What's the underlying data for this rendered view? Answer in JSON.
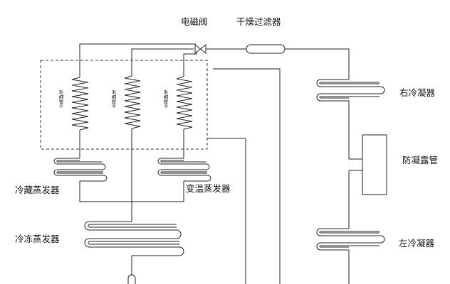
{
  "labels": {
    "solenoid_valve": "电磁阀",
    "dryer_filter": "干燥过滤器",
    "right_condenser": "右冷凝器",
    "anti_condensation_pipe": "防凝露管",
    "left_condenser": "左冷凝器",
    "refrigerating_evaporator": "冷藏蒸发器",
    "variable_temp_evaporator": "变温蒸发器",
    "freezing_evaporator": "冷冻蒸发器"
  },
  "capillaries": [
    {
      "line1": "毛",
      "line2": "细",
      "line3": "管",
      "line4": "①"
    },
    {
      "line1": "毛",
      "line2": "细",
      "line3": "管",
      "line4": "②"
    },
    {
      "line1": "毛",
      "line2": "细",
      "line3": "管",
      "line4": "③"
    }
  ]
}
